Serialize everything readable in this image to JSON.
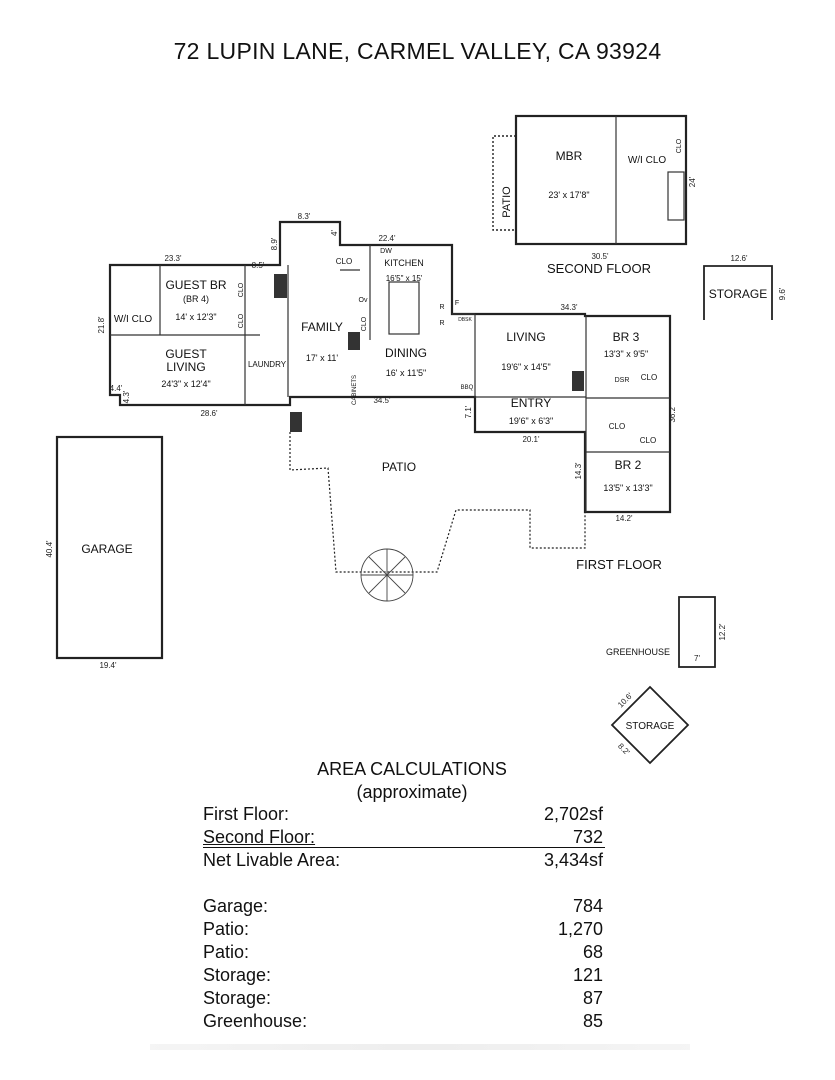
{
  "title": "72 LUPIN LANE, CARMEL VALLEY, CA  93924",
  "floors": {
    "second": "SECOND FLOOR",
    "first": "FIRST FLOOR"
  },
  "rooms": {
    "mbr": {
      "name": "MBR",
      "size": "23' x 17'8\""
    },
    "wic_mbr": "W/I CLO",
    "patio_upper": "PATIO",
    "storage_small": "STORAGE",
    "guest_br": {
      "name": "GUEST BR",
      "sub": "(BR 4)",
      "size": "14' x 12'3\""
    },
    "wic_guest": "W/I CLO",
    "guest_living": {
      "name1": "GUEST",
      "name2": "LIVING",
      "size": "24'3\" x 12'4\""
    },
    "laundry": "LAUNDRY",
    "family": {
      "name": "FAMILY",
      "size": "17' x 11'"
    },
    "kitchen": {
      "name": "KITCHEN",
      "size": "16'5\" x 15'"
    },
    "dining": {
      "name": "DINING",
      "size": "16' x 11'5\""
    },
    "living": {
      "name": "LIVING",
      "size": "19'6\" x 14'5\""
    },
    "entry": {
      "name": "ENTRY",
      "size": "19'6\" x 6'3\""
    },
    "br3": {
      "name": "BR 3",
      "size": "13'3\" x 9'5\""
    },
    "br2": {
      "name": "BR 2",
      "size": "13'5\" x 13'3\""
    },
    "patio_main": "PATIO",
    "garage": "GARAGE",
    "greenhouse": "GREENHOUSE",
    "storage_diag": "STORAGE",
    "clo": "CLO",
    "dsr": "DSR",
    "dw": "DW",
    "ov": "Ov",
    "r": "R",
    "f": "F",
    "bbq": "BBQ",
    "cabinets": "CABINETS",
    "dbsk": "DBSK"
  },
  "dimensions": {
    "mbr_w": "30.5'",
    "mbr_h": "24'",
    "st_w": "12.6'",
    "st_h": "9.6'",
    "d83": "8.3'",
    "d89": "8.9'",
    "d4": "4'",
    "d224": "22.4'",
    "d233": "23.3'",
    "d85": "8.5'",
    "d218": "21.8'",
    "d44": "4.4'",
    "d43": "4.3'",
    "d286": "28.6'",
    "d345": "34.5'",
    "d343": "34.3'",
    "d71": "7.1'",
    "d201": "20.1'",
    "d362": "36.2'",
    "d143": "14.3'",
    "d142": "14.2'",
    "gar_h": "40.4'",
    "gar_w": "19.4'",
    "gh_h": "12.2'",
    "gh_w": "7'",
    "sd1": "10.6'",
    "sd2": "8.2'"
  },
  "area": {
    "heading": "AREA CALCULATIONS",
    "subheading": "(approximate)",
    "rows": [
      {
        "label": "First Floor:",
        "value": "2,702sf"
      },
      {
        "label": "Second Floor:",
        "value": "732"
      },
      {
        "label": "Net Livable Area:",
        "value": "3,434sf"
      },
      {
        "label": "Garage:",
        "value": "784"
      },
      {
        "label": "Patio:",
        "value": "1,270"
      },
      {
        "label": "Patio:",
        "value": "68"
      },
      {
        "label": "Storage:",
        "value": "121"
      },
      {
        "label": "Storage:",
        "value": "87"
      },
      {
        "label": "Greenhouse:",
        "value": "85"
      }
    ]
  }
}
